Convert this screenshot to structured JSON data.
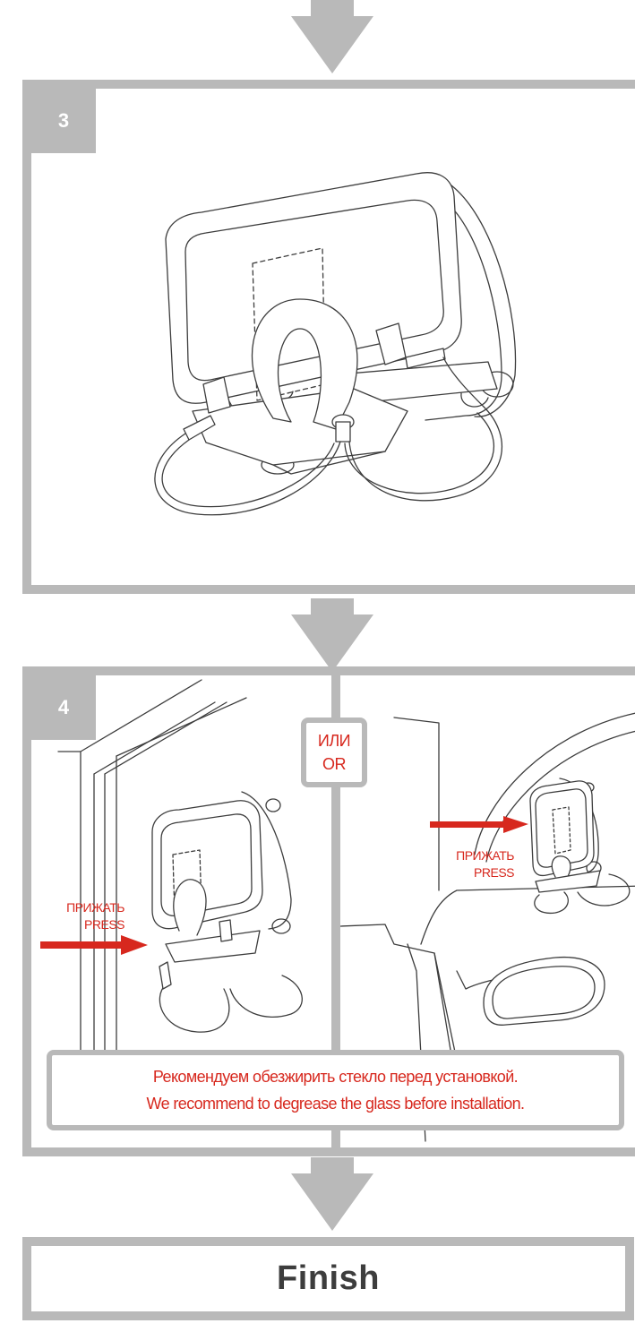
{
  "colors": {
    "frame_gray": "#b9b9b9",
    "accent_red": "#d7281e",
    "line_dark": "#3d3d3d"
  },
  "step3": {
    "number": "3"
  },
  "step4": {
    "number": "4",
    "or_label": {
      "ru": "ИЛИ",
      "en": "OR"
    },
    "press_left": {
      "ru": "ПРИЖАТЬ",
      "en": "PRESS"
    },
    "press_right": {
      "ru": "ПРИЖАТЬ",
      "en": "PRESS"
    },
    "note": {
      "ru": "Рекомендуем обезжирить стекло перед установкой.",
      "en": "We recommend to degrease the glass before installation."
    }
  },
  "finish": {
    "label": "Finish"
  }
}
